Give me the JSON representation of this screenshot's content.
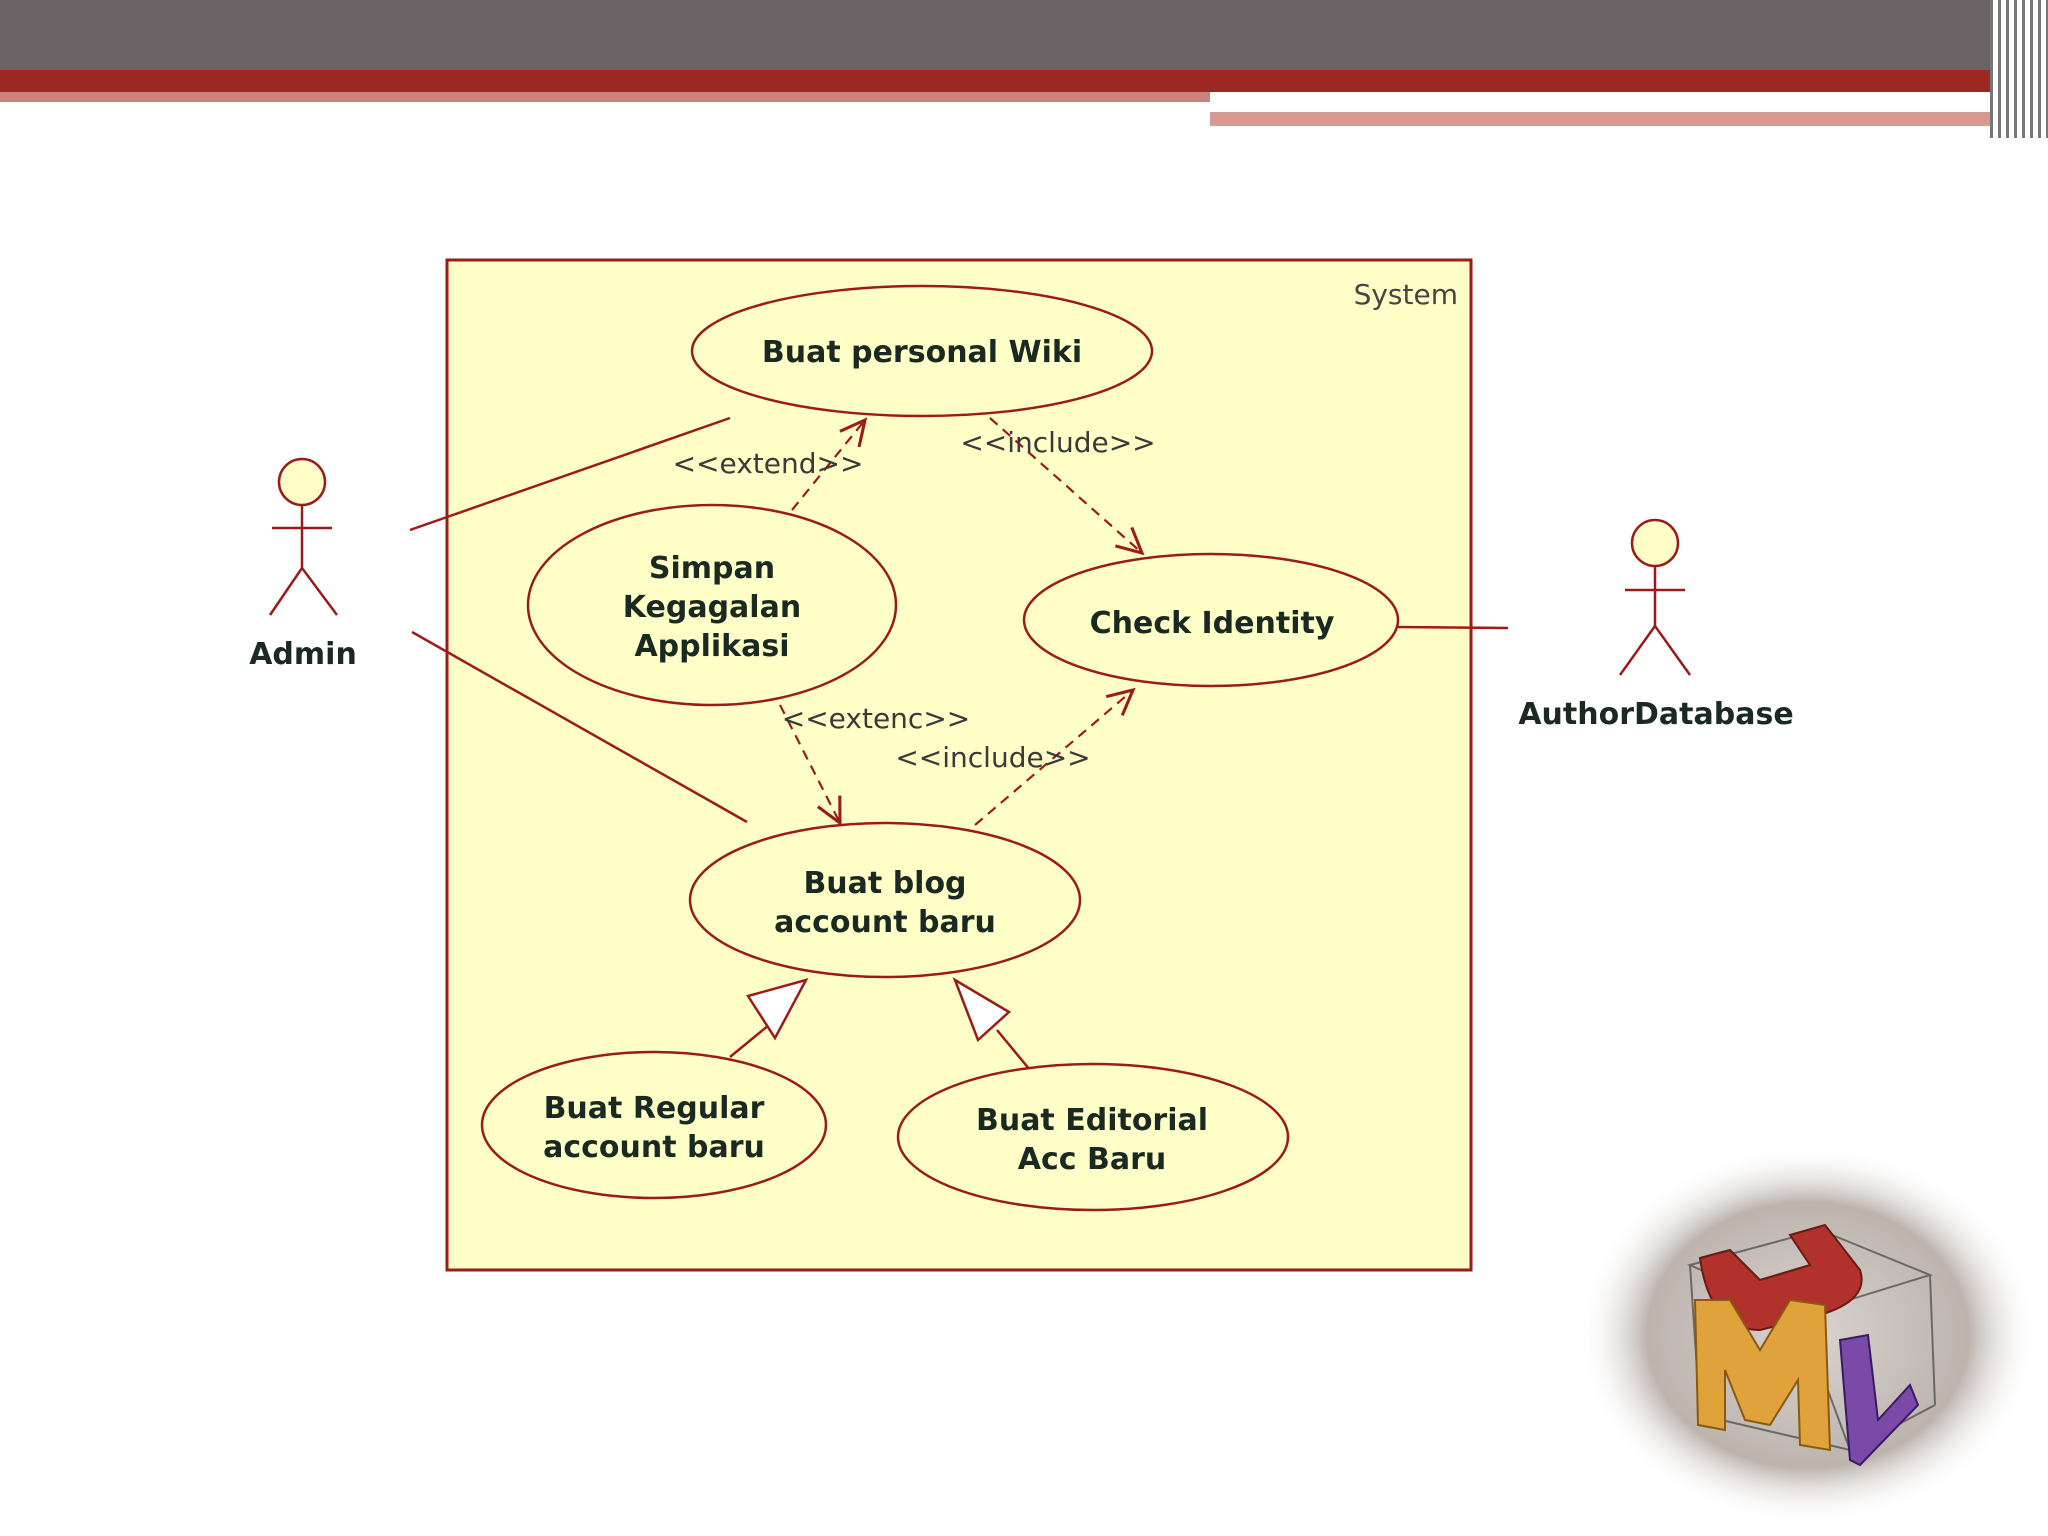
{
  "slide": {
    "accent_gray": "#6b6466",
    "accent_red": "#9c2a22",
    "accent_pink": "#c9837e"
  },
  "diagram": {
    "system_label": "System",
    "system_fill": "#ffffc8",
    "line_color": "#9b1b1b",
    "actors": {
      "admin": "Admin",
      "author_database": "AuthorDatabase"
    },
    "use_cases": {
      "personal_wiki": [
        "Buat personal Wiki"
      ],
      "simpan": [
        "Simpan",
        "Kegagalan",
        "Applikasi"
      ],
      "check_identity": [
        "Check Identity"
      ],
      "blog_account": [
        "Buat blog",
        "account baru"
      ],
      "regular_account": [
        "Buat Regular",
        "account baru"
      ],
      "editorial_account": [
        "Buat Editorial",
        "Acc Baru"
      ]
    },
    "stereotypes": {
      "extend_top": "<<extend>>",
      "include_top": "<<include>>",
      "extend_bottom": "<<extenc>>",
      "include_bottom": "<<include>>"
    }
  },
  "logo": {
    "name": "uml-cube-logo",
    "letters": "UML"
  }
}
